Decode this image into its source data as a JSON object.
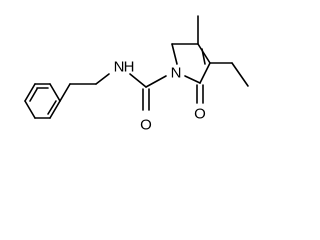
{
  "molecule": {
    "atoms": {
      "amide_nitrogen": "N",
      "amide_hydrogen": "H",
      "ring_nitrogen": "N",
      "carbonyl_oxygen": "O",
      "ring_oxygen": "O"
    }
  },
  "colors": {
    "bond": "#000000",
    "label": "#000000",
    "background": "#ffffff"
  }
}
